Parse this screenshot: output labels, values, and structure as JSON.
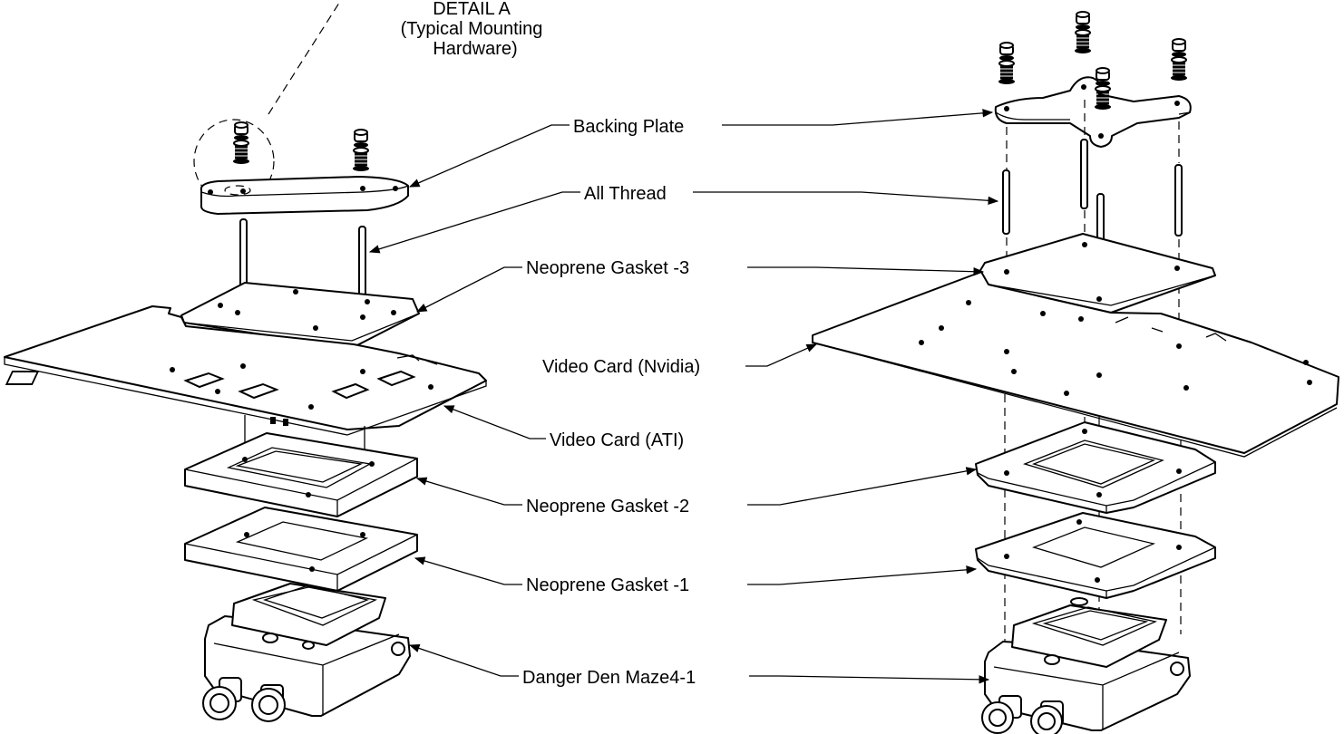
{
  "detail": {
    "line1": "DETAIL A",
    "line2": "(Typical Mounting",
    "line3": "Hardware)"
  },
  "labels": {
    "backing_plate": "Backing Plate",
    "all_thread": "All Thread",
    "gasket_3": "Neoprene Gasket -3",
    "video_card_nvidia": "Video Card (Nvidia)",
    "video_card_ati": "Video Card (ATI)",
    "gasket_2": "Neoprene Gasket -2",
    "gasket_1": "Neoprene Gasket -1",
    "maze": "Danger Den Maze4-1"
  }
}
